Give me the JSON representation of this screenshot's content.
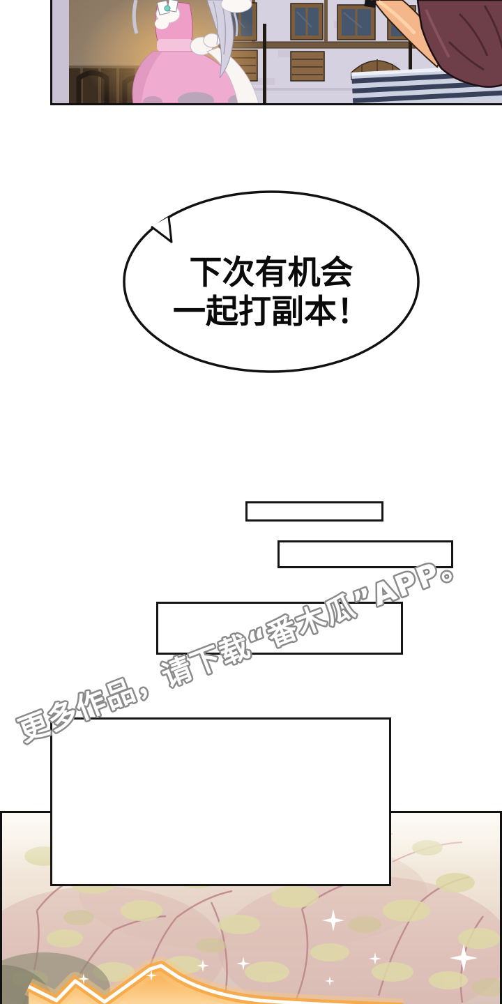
{
  "comic": {
    "speech_bubble": {
      "line1": "下次有机会",
      "line2": "一起打副本！",
      "text_color": "#0a0a0a",
      "bubble_fill": "#ffffff",
      "bubble_outline": "#111111"
    },
    "watermark": {
      "text": "更多作品，请下载“番木瓜”APP。",
      "fill": "#ffffff",
      "outline": "#8a8a8a"
    },
    "empty_dialog_boxes": {
      "count": 4,
      "border_color": "#151515",
      "fill": "#ffffff"
    },
    "palette": {
      "panel_border": "#111111",
      "dress_pink": "#f0abd0",
      "apron_white": "#f8f5f3",
      "hair_silver": "#d4d1e0",
      "shirt_maroon": "#6e3e49",
      "skin": "#f3b78b",
      "wall_tan": "#b29878",
      "glow_orange": "#f0b468",
      "building_wall": "#d6d1e0",
      "window_glass": "#46566c",
      "wood_brown": "#7d5d3b",
      "bench_blue": "#ccd2e2",
      "foliage_cream": "#f3ecd9",
      "foliage_mauve": "#c99ba1",
      "foliage_leaf": "#dfd9a8",
      "burst_orange": "#f7a743",
      "sparkle": "#ffffff"
    }
  }
}
